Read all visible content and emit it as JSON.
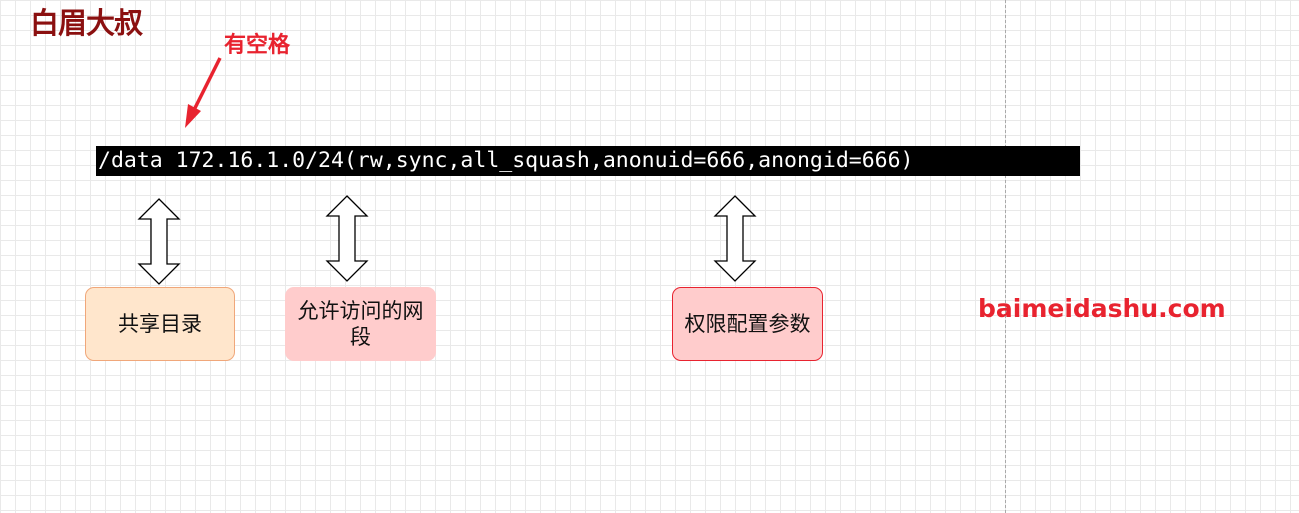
{
  "logo_text": "白眉大叔",
  "note_label": "有空格",
  "command": "/data 172.16.1.0/24(rw,sync,all_squash,anonuid=666,anongid=666)",
  "boxes": {
    "share": "共享目录",
    "network": "允许访问的网段",
    "permissions": "权限配置参数"
  },
  "site": "baimeidashu.com",
  "colors": {
    "logo": "#8b1010",
    "accent_red": "#e8232f",
    "box_orange_fill": "#ffe6cc",
    "box_pink_fill": "#ffcccc",
    "command_bg": "#000000",
    "grid": "#e9e9e9"
  }
}
